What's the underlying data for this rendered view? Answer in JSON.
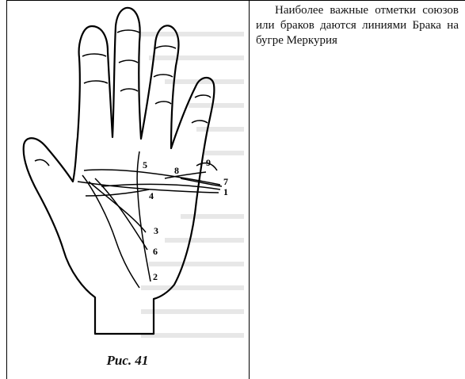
{
  "figure": {
    "caption": "Рис. 41",
    "labels": [
      {
        "id": "5",
        "text": "5"
      },
      {
        "id": "9",
        "text": "9"
      },
      {
        "id": "8",
        "text": "8"
      },
      {
        "id": "7",
        "text": "7"
      },
      {
        "id": "1",
        "text": "1"
      },
      {
        "id": "4",
        "text": "4"
      },
      {
        "id": "3",
        "text": "3"
      },
      {
        "id": "6",
        "text": "6"
      },
      {
        "id": "2",
        "text": "2"
      }
    ]
  },
  "paragraph": {
    "text": "Наиболее важные отметки союзов или браков даются линиями Брака на бугре Меркурия"
  }
}
